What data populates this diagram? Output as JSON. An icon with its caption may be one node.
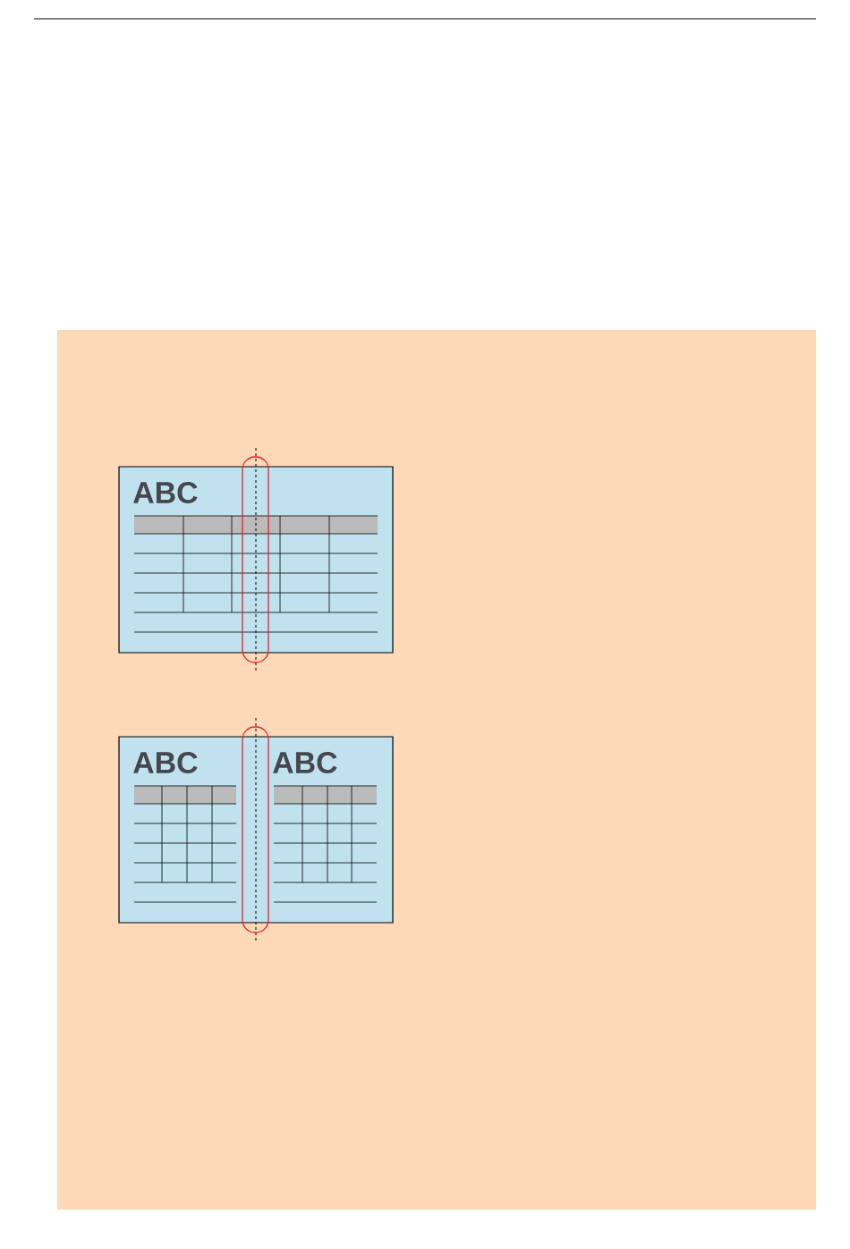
{
  "diagram": {
    "nodes": [
      {
        "text": [
          "ABC"
        ]
      },
      {
        "text": [
          "ABC",
          "ABC"
        ]
      }
    ]
  }
}
